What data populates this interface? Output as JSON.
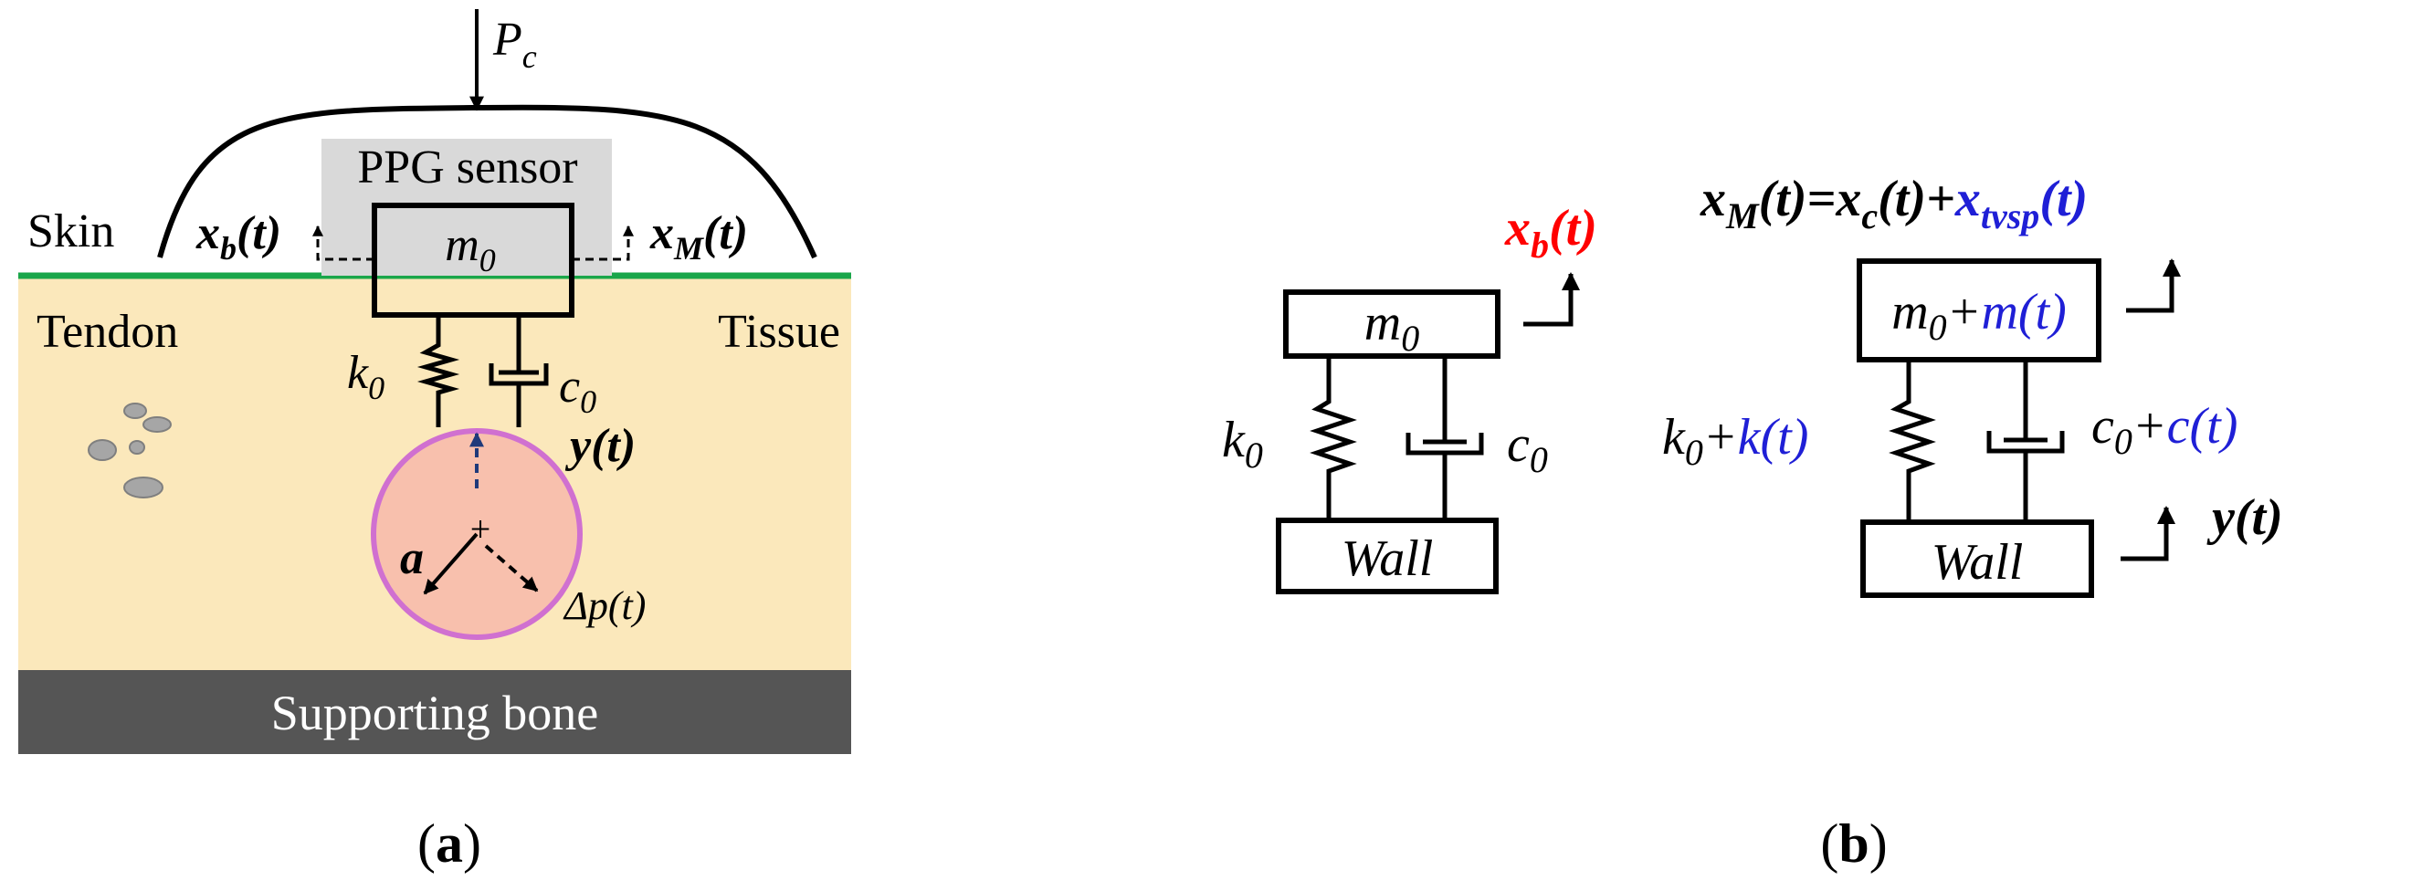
{
  "panel_a": {
    "force_label": "P",
    "force_sub": "c",
    "sensor_label": "PPG sensor",
    "mass_label": "m",
    "mass_sub": "0",
    "skin_label": "Skin",
    "xb_main": "x",
    "xb_sub": "b",
    "xb_rest": "(t)",
    "xm_main": "x",
    "xm_sub": "M",
    "xm_rest": "(t)",
    "tendon_label": "Tendon",
    "tissue_label": "Tissue",
    "spring_label": "k",
    "spring_sub": "0",
    "damper_label": "c",
    "damper_sub": "0",
    "y_label": "y(t)",
    "radius_label": "a",
    "dp_label": "Δp(t)",
    "bone_label": "Supporting bone",
    "caption_open": "(",
    "caption_letter": "a",
    "caption_close": ")"
  },
  "panel_b1": {
    "xb_main": "x",
    "xb_sub": "b",
    "xb_rest": "(t)",
    "mass_label": "m",
    "mass_sub": "0",
    "spring_label": "k",
    "spring_sub": "0",
    "damper_label": "c",
    "damper_sub": "0",
    "wall_label": "Wall"
  },
  "panel_b2": {
    "eq_x": "x",
    "eq_M": "M",
    "eq_t1": "(t)=",
    "eq_x2": "x",
    "eq_c": "c",
    "eq_t2": "(t)+",
    "eq_x3": "x",
    "eq_tvsp": "tvsp",
    "eq_t3": "(t)",
    "mass_m": "m",
    "mass_sub": "0",
    "mass_plus": "+",
    "mass_var": "m(t)",
    "spring_k": "k",
    "spring_sub": "0",
    "spring_plus": "+",
    "spring_var": "k(t)",
    "damper_c": "c",
    "damper_sub": "0",
    "damper_plus": "+",
    "damper_var": "c(t)",
    "wall_label": "Wall",
    "y_label": "y(t)",
    "caption_open": "(",
    "caption_letter": "b",
    "caption_close": ")"
  },
  "colors": {
    "tissue": "#fbe8bb",
    "bone": "#555555",
    "skin_line": "#1aa64a",
    "sensor_gray": "#d9d9d9",
    "artery_fill": "#f8c0ad",
    "artery_stroke": "#d070d0",
    "red": "#ff0000",
    "blue": "#1f1fd6",
    "navy": "#1f3a7a",
    "pebble": "#a6a6a6"
  }
}
